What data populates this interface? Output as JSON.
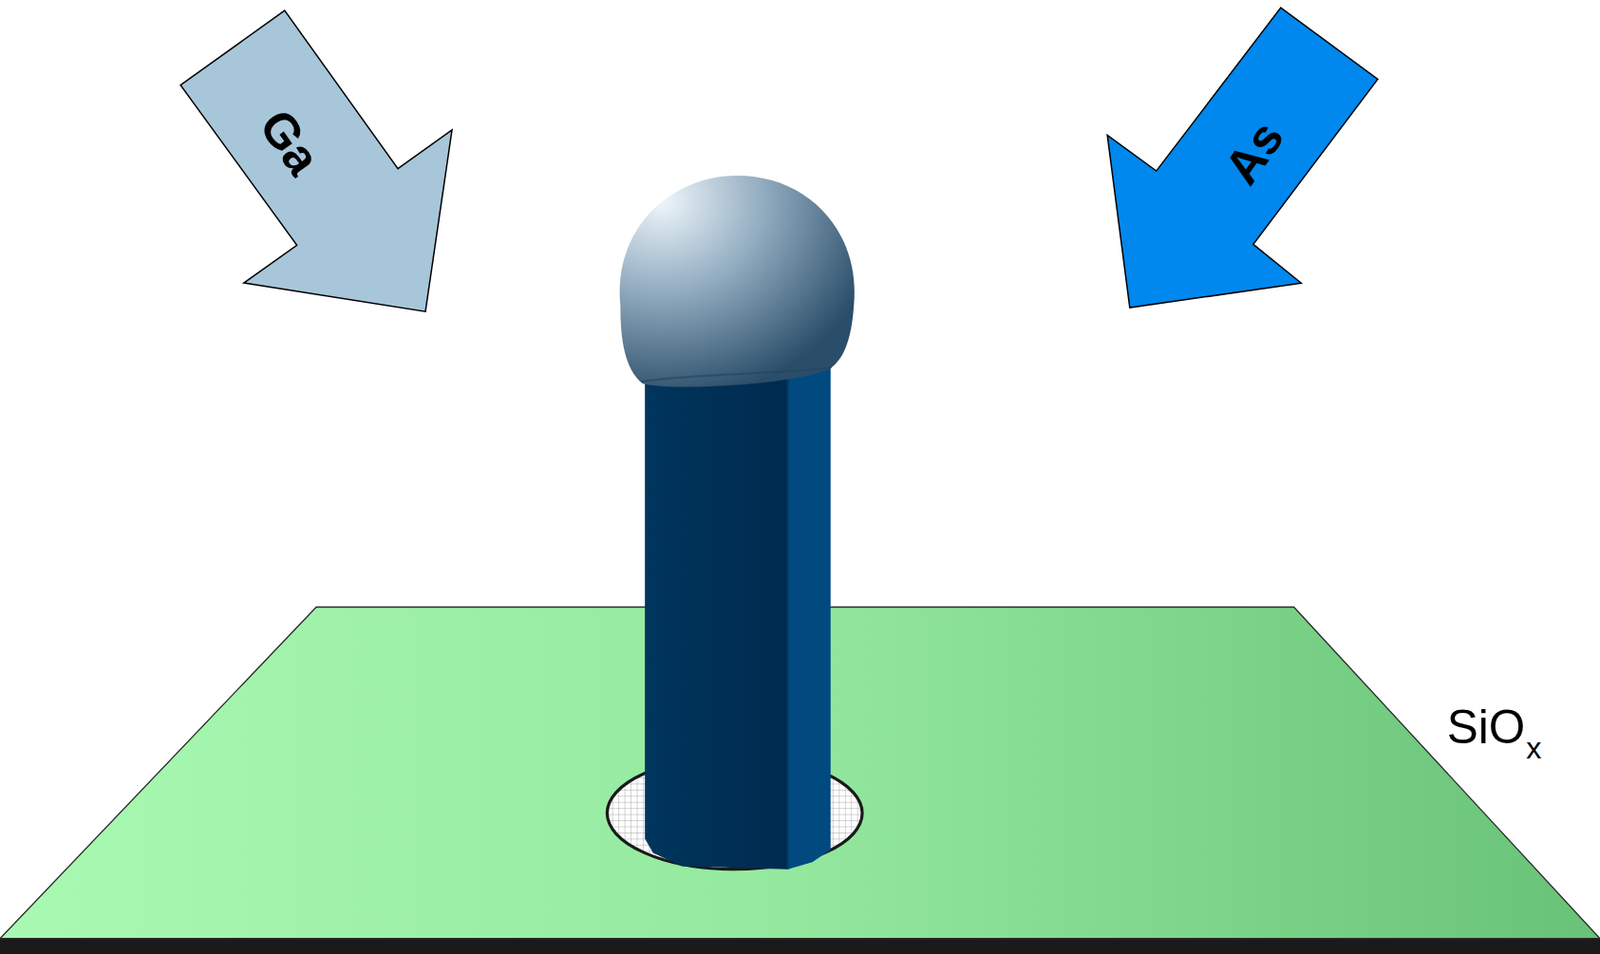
{
  "diagram": {
    "nodes": [
      {
        "text": [
          "Ga"
        ]
      },
      {
        "text": [
          "As"
        ]
      }
    ],
    "labels": [
      "SiO",
      "x"
    ]
  }
}
